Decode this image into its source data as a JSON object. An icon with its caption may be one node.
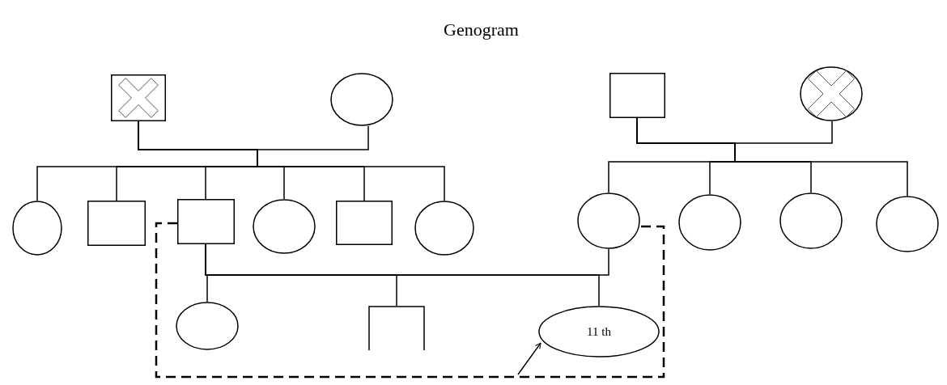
{
  "diagram": {
    "title": "Genogram",
    "nodes": [
      {
        "text": [],
        "shape": "box"
      },
      {
        "text": [],
        "shape": "circle"
      },
      {
        "text": [],
        "shape": "box"
      },
      {
        "text": [],
        "shape": "circle"
      },
      {
        "text": [],
        "shape": "circle"
      },
      {
        "text": [],
        "shape": "box"
      },
      {
        "text": [],
        "shape": "box"
      },
      {
        "text": [],
        "shape": "circle"
      },
      {
        "text": [],
        "shape": "box"
      },
      {
        "text": [],
        "shape": "circle"
      },
      {
        "text": [],
        "shape": "circle"
      },
      {
        "text": [],
        "shape": "circle"
      },
      {
        "text": [],
        "shape": "circle"
      },
      {
        "text": [],
        "shape": "circle"
      },
      {
        "text": [],
        "shape": "circle"
      },
      {
        "text": [],
        "shape": "bracket"
      },
      {
        "text": [
          "11 th"
        ]
      }
    ],
    "edges": [
      {
        "from": 0,
        "to": 1,
        "arrow": "none"
      },
      {
        "from": 0,
        "to": 4,
        "arrow": "none"
      },
      {
        "from": 0,
        "to": 5,
        "arrow": "none"
      },
      {
        "from": 0,
        "to": 6,
        "arrow": "none"
      },
      {
        "from": 0,
        "to": 7,
        "arrow": "none"
      },
      {
        "from": 0,
        "to": 8,
        "arrow": "none"
      },
      {
        "from": 0,
        "to": 9,
        "arrow": "none"
      },
      {
        "from": 2,
        "to": 3,
        "arrow": "none"
      },
      {
        "from": 2,
        "to": 10,
        "arrow": "none"
      },
      {
        "from": 2,
        "to": 11,
        "arrow": "none"
      },
      {
        "from": 2,
        "to": 12,
        "arrow": "none"
      },
      {
        "from": 2,
        "to": 13,
        "arrow": "none"
      },
      {
        "from": 6,
        "to": 10,
        "arrow": "none"
      },
      {
        "from": 6,
        "to": 14,
        "arrow": "none"
      },
      {
        "from": 6,
        "to": 15,
        "arrow": "none"
      },
      {
        "from": 6,
        "to": 16,
        "arrow": "none"
      },
      {
        "from": 6,
        "to": 10,
        "arrow": "none",
        "style": "dashed"
      },
      {
        "from": null,
        "to": 16,
        "arrow": "to"
      }
    ]
  }
}
